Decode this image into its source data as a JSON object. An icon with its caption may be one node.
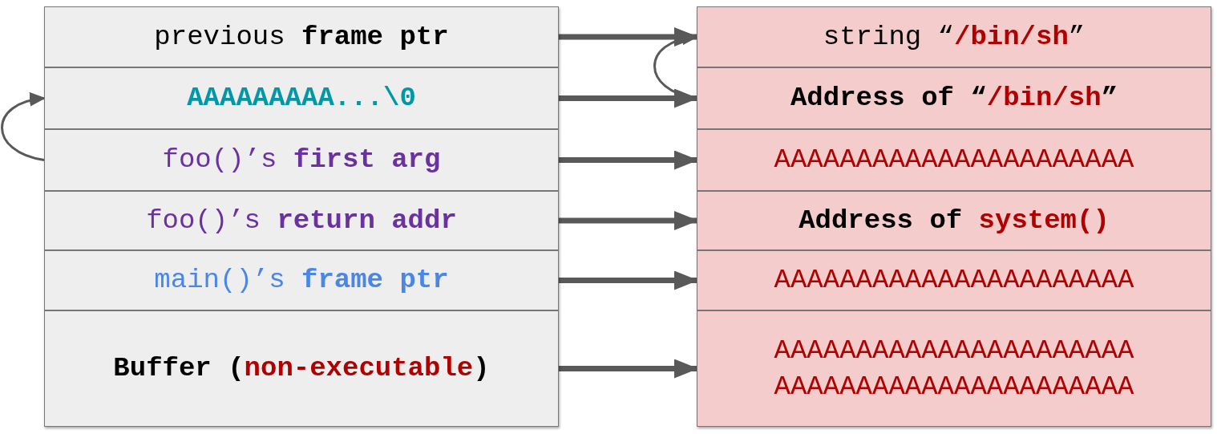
{
  "diagram": {
    "nodes": [
      {
        "text": [
          "previous **frame ptr**"
        ]
      },
      {
        "text": [
          "AAAAAAAAA...\\0"
        ]
      },
      {
        "text": [
          "foo()’s **first arg**"
        ]
      },
      {
        "text": [
          "foo()’s **return addr**"
        ]
      },
      {
        "text": [
          "main()’s **frame ptr**"
        ]
      },
      {
        "text": [
          "Buffer (**non-executable**)"
        ]
      },
      {
        "text": [
          "string “**/bin/sh**”"
        ]
      },
      {
        "text": [
          "Address of “**/bin/sh**”"
        ]
      },
      {
        "text": [
          "AAAAAAAAAAAAAAAAAAAAAA"
        ]
      },
      {
        "text": [
          "Address of **system()**"
        ]
      },
      {
        "text": [
          "AAAAAAAAAAAAAAAAAAAAAA"
        ]
      },
      {
        "text": [
          "AAAAAAAAAAAAAAAAAAAAAA AAAAAAAAAAAAAAAAAAAAAA"
        ]
      }
    ],
    "edges": [
      {
        "from": 0,
        "to": 6,
        "arrow": "to"
      },
      {
        "from": 1,
        "to": 7,
        "arrow": "to"
      },
      {
        "from": 2,
        "to": 8,
        "arrow": "to"
      },
      {
        "from": 3,
        "to": 9,
        "arrow": "to"
      },
      {
        "from": 4,
        "to": 10,
        "arrow": "to"
      },
      {
        "from": 5,
        "to": 11,
        "arrow": "to"
      },
      {
        "from": 2,
        "to": 1,
        "arrow": "to"
      },
      {
        "from": 7,
        "to": 6,
        "arrow": "to"
      }
    ]
  }
}
